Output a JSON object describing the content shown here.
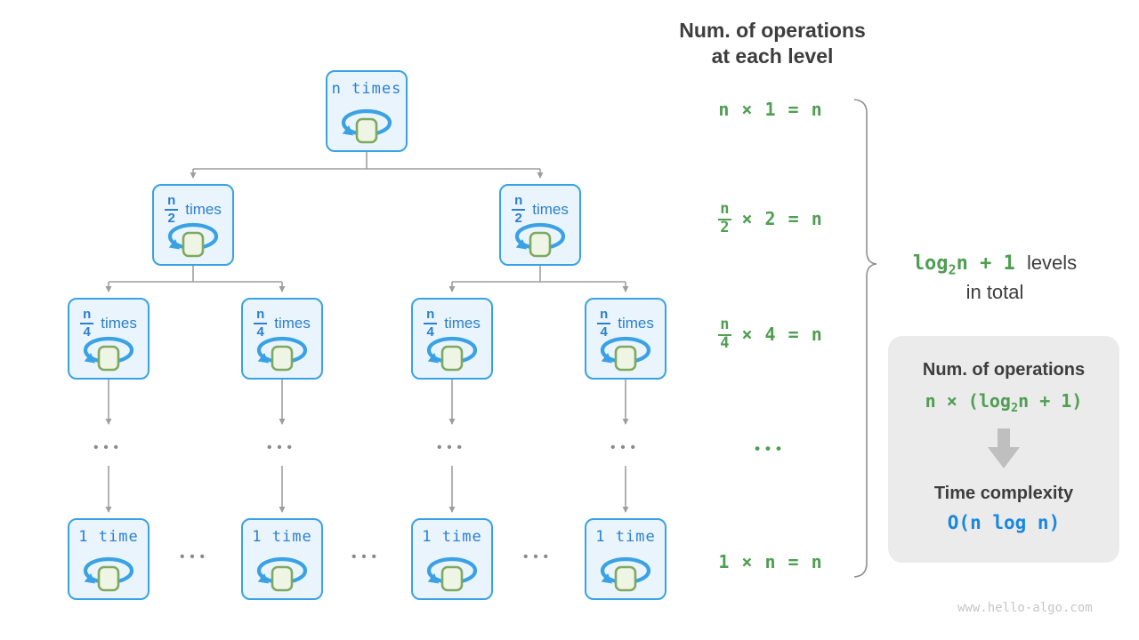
{
  "header": {
    "line1": "Num. of operations",
    "line2": "at each level"
  },
  "tree": {
    "root_label": "n times",
    "half": {
      "num": "n",
      "den": "2",
      "word": "times"
    },
    "quarter": {
      "num": "n",
      "den": "4",
      "word": "times"
    },
    "leaf_label": "1 time",
    "ellipsis": "•••"
  },
  "ops": {
    "row1": "n × 1 = n",
    "row2": {
      "num": "n",
      "den": "2",
      "rest": "× 2 = n"
    },
    "row3": {
      "num": "n",
      "den": "4",
      "rest": "× 4 = n"
    },
    "ellipsis": "•••",
    "row4": "1 × n = n"
  },
  "levels_note": {
    "formula_pre": "log",
    "formula_sub": "2",
    "formula_post": "n + 1",
    "word1": "levels",
    "word2": "in total"
  },
  "panel": {
    "title_ops": "Num. of operations",
    "ops_pre": "n × (log",
    "ops_sub": "2",
    "ops_post": "n + 1)",
    "title_time": "Time complexity",
    "time_formula": "O(n log n)"
  },
  "watermark": "www.hello-algo.com",
  "colors": {
    "node_border_blue": "#3aa2e4",
    "node_fill": "#eaf4fc",
    "node_text_blue": "#2b7fce",
    "square_fill": "#eef5e4",
    "square_border": "#7fa860",
    "green_text": "#4f9e53",
    "line_gray": "#9e9e9e",
    "dark_text": "#3d3d3d",
    "panel_bg": "#ebebeb",
    "panel_arrow": "#bfbfbf",
    "formula_blue": "#1787e0"
  }
}
